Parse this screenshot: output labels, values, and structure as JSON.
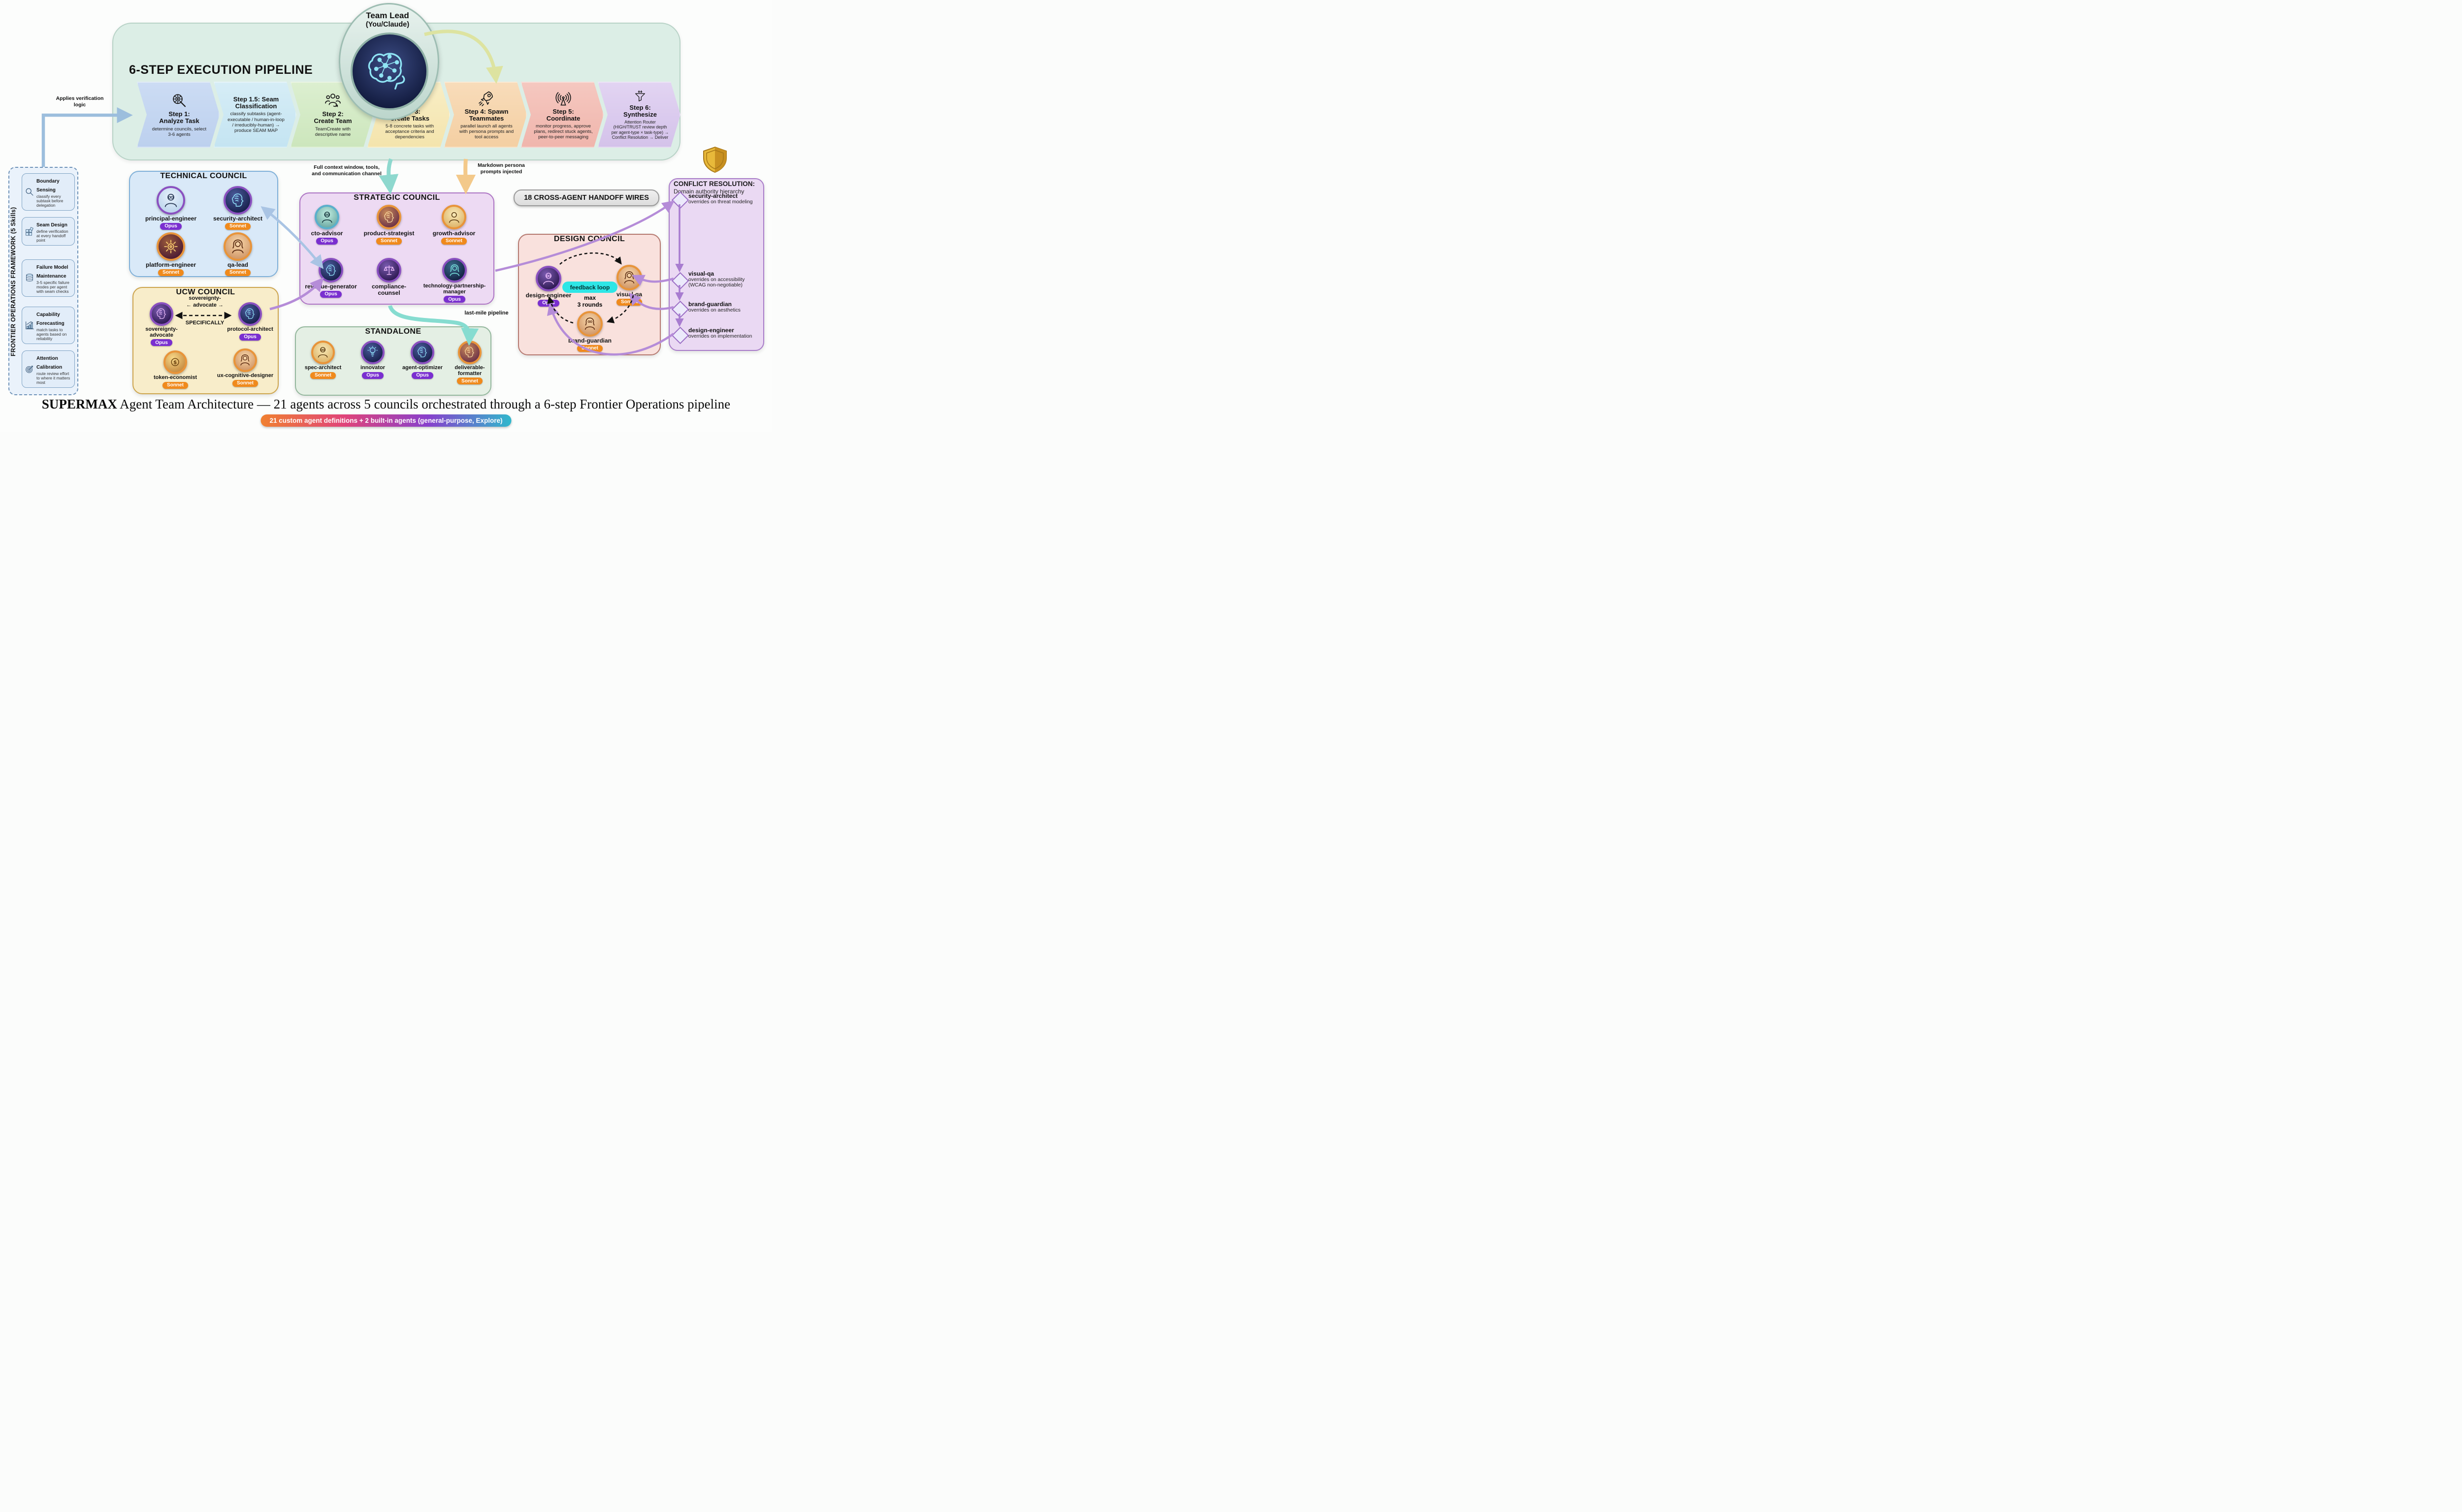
{
  "colors": {
    "opus_badge": "#7a2fd0",
    "sonnet_badge": "#f08a1c",
    "feedback_pill": "#2ee6e6",
    "pipeline_bg": "#dceee6",
    "technical_bg": "#d9e9f8",
    "ucw_bg": "#f8edca",
    "strategic_bg": "#eddaf3",
    "standalone_bg": "#e4efe4",
    "design_bg": "#f9e1dd",
    "conflict_bg": "#ead9f3",
    "framework_bg": "#eaf2fb"
  },
  "team_lead": {
    "title": "Team Lead",
    "subtitle": "(You/Claude)",
    "icon": "brain-network-icon"
  },
  "pipeline": {
    "title": "6-STEP EXECUTION PIPELINE",
    "steps": [
      {
        "label": "Step 1:",
        "label2": "Analyze Task",
        "desc": "determine councils, select 3-6 agents",
        "icon": "magnifier-gear-icon"
      },
      {
        "label": "Step 1.5: Seam",
        "label2": "Classification",
        "desc": "classify subtasks (agent-executable / human-in-loop / irreducibly-human) → produce SEAM MAP",
        "icon": ""
      },
      {
        "label": "Step 2:",
        "label2": "Create Team",
        "desc": "TeamCreate with descriptive name",
        "icon": "team-icon"
      },
      {
        "label": "Step 3:",
        "label2": "Create Tasks",
        "desc": "5-8 concrete tasks with acceptance criteria and dependencies",
        "icon": "clipboard-icon"
      },
      {
        "label": "Step 4: Spawn",
        "label2": "Teammates",
        "desc": "parallel launch all agents with persona prompts and tool access",
        "icon": "rocket-icon"
      },
      {
        "label": "Step 5:",
        "label2": "Coordinate",
        "desc": "monitor progress, approve plans, redirect stuck agents, peer-to-peer messaging",
        "icon": "broadcast-icon"
      },
      {
        "label": "Step 6:",
        "label2": "Synthesize",
        "desc": "Attention Router (HIGH/TRUST review depth per agent-type × task-type) → Conflict Resolution → Deliver",
        "icon": "funnel-icon"
      }
    ]
  },
  "framework": {
    "title": "FRONTIER OPERATIONS FRAMEWORK (5 Skills)",
    "arrow_label": "Applies verification logic",
    "skills": [
      {
        "name": "Boundary Sensing",
        "desc": "classify every subtask before delegation",
        "icon": "magnifier-icon"
      },
      {
        "name": "Seam Design",
        "desc": "define verification at every handoff point",
        "icon": "puzzle-icon"
      },
      {
        "name": "Failure Model Maintenance",
        "desc": "3-5 specific failure modes per agent with seam checks",
        "icon": "database-icon"
      },
      {
        "name": "Capability Forecasting",
        "desc": "match tasks to agents based on reliability",
        "icon": "bar-chart-icon"
      },
      {
        "name": "Attention Calibration",
        "desc": "route review effort to where it matters most",
        "icon": "target-icon"
      }
    ]
  },
  "labels": {
    "full_context": "Full context window, tools, and communication channel",
    "markdown_persona": "Markdown persona prompts injected",
    "last_mile": "last-mile pipeline",
    "handoff_banner": "18 CROSS-AGENT HANDOFF WIRES"
  },
  "councils": {
    "technical": {
      "title": "TECHNICAL COUNCIL",
      "agents": [
        {
          "name": "principal-engineer",
          "model": "Opus",
          "icon": "man-glasses-avatar"
        },
        {
          "name": "security-architect",
          "model": "Sonnet",
          "icon": "brain-head-avatar"
        },
        {
          "name": "platform-engineer",
          "model": "Sonnet",
          "icon": "gear-avatar"
        },
        {
          "name": "qa-lead",
          "model": "Sonnet",
          "icon": "woman-avatar"
        }
      ]
    },
    "ucw": {
      "title": "UCW COUNCIL",
      "link": {
        "line1": "sovereignty-",
        "line2": "← advocate →",
        "line3": "SPECIFICALLY"
      },
      "agents": [
        {
          "name": "sovereignty-advocate",
          "model": "Opus",
          "icon": "brain-head-avatar"
        },
        {
          "name": "protocol-architect",
          "model": "Opus",
          "icon": "brain-head-avatar"
        },
        {
          "name": "token-economist",
          "model": "Sonnet",
          "icon": "dollar-coin-avatar"
        },
        {
          "name": "ux-cognitive-designer",
          "model": "Sonnet",
          "icon": "woman-avatar"
        }
      ]
    },
    "strategic": {
      "title": "STRATEGIC COUNCIL",
      "agents": [
        {
          "name": "cto-advisor",
          "model": "Opus",
          "icon": "man-glasses-avatar"
        },
        {
          "name": "product-strategist",
          "model": "Sonnet",
          "icon": "brain-head-avatar"
        },
        {
          "name": "growth-advisor",
          "model": "Sonnet",
          "icon": "man-avatar"
        },
        {
          "name": "revenue-generator",
          "model": "Opus",
          "icon": "brain-head-avatar"
        },
        {
          "name": "compliance-counsel",
          "model": "",
          "icon": "scales-avatar"
        },
        {
          "name": "technology-partnership-manager",
          "model": "Opus",
          "icon": "woman-avatar"
        }
      ]
    },
    "standalone": {
      "title": "STANDALONE",
      "agents": [
        {
          "name": "spec-architect",
          "model": "Sonnet",
          "icon": "man-glasses-avatar"
        },
        {
          "name": "innovator",
          "model": "Opus",
          "icon": "lightbulb-avatar"
        },
        {
          "name": "agent-optimizer",
          "model": "Opus",
          "icon": "brain-head-avatar"
        },
        {
          "name": "deliverable-formatter",
          "model": "Sonnet",
          "icon": "brain-head-avatar"
        }
      ]
    },
    "design": {
      "title": "DESIGN COUNCIL",
      "feedback_label": "feedback loop",
      "rounds_label1": "max",
      "rounds_label2": "3 rounds",
      "agents": [
        {
          "name": "design-engineer",
          "model": "Opus",
          "icon": "man-glasses-avatar"
        },
        {
          "name": "visual-qa",
          "model": "Sonnet",
          "icon": "woman-avatar"
        },
        {
          "name": "brand-guardian",
          "model": "Sonnet",
          "icon": "woman-glasses-avatar"
        }
      ]
    }
  },
  "conflict_resolution": {
    "title": "CONFLICT RESOLUTION:",
    "subtitle": "Domain authority hierarchy",
    "icon": "shield-icon",
    "items": [
      {
        "name": "security-architect",
        "desc": "overrides on threat modeling"
      },
      {
        "name": "visual-qa",
        "desc": "overrides on accessibility (WCAG non-negotiable)"
      },
      {
        "name": "brand-guardian",
        "desc": "overrides on aesthetics"
      },
      {
        "name": "design-engineer",
        "desc": "overrides on implementation"
      }
    ]
  },
  "footer": {
    "title_bold": "SUPERMAX",
    "title_rest": " Agent Team Architecture — 21 agents across 5 councils orchestrated through a 6-step Frontier Operations pipeline",
    "badge": "21 custom agent definitions + 2 built-in agents (general-purpose, Explore)"
  }
}
